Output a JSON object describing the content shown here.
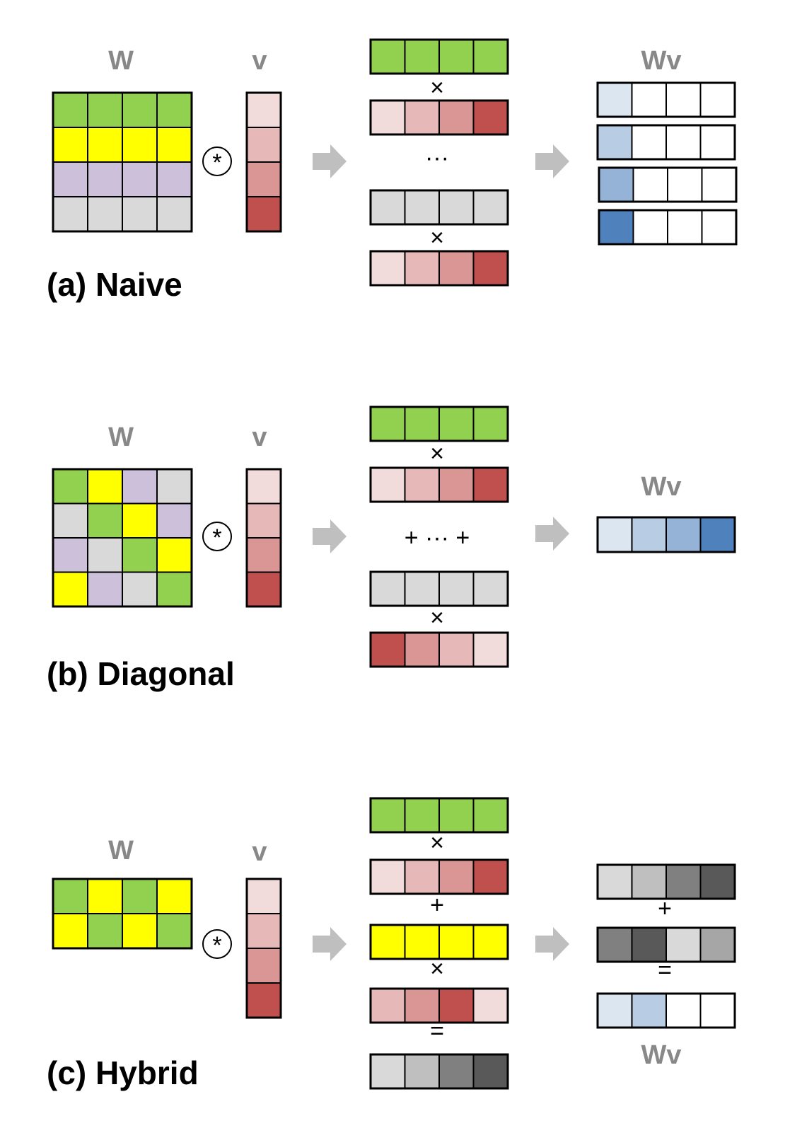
{
  "colors": {
    "green": "#92d050",
    "yellow": "#ffff00",
    "lavender": "#ccc0da",
    "lightgray": "#d9d9d9",
    "red1": "#f2dcdb",
    "red2": "#e6b9b8",
    "red3": "#d99694",
    "red4": "#c0504d",
    "blue1": "#dce6f1",
    "blue2": "#b8cce4",
    "blue3": "#95b3d7",
    "blue4": "#4f81bd",
    "white": "#ffffff",
    "gray1": "#d9d9d9",
    "gray2": "#bfbfbf",
    "gray3": "#808080",
    "gray4": "#595959",
    "gray5": "#a6a6a6",
    "arrow": "#bfbfbf"
  },
  "panels": {
    "a": {
      "caption": "(a) Naive",
      "w_label": "W",
      "v_label": "v",
      "op_symbol": "*",
      "result_label": "Wv",
      "times_symbol": "×",
      "ellipsis": "···",
      "matrix": [
        [
          "green",
          "green",
          "green",
          "green"
        ],
        [
          "yellow",
          "yellow",
          "yellow",
          "yellow"
        ],
        [
          "lavender",
          "lavender",
          "lavender",
          "lavender"
        ],
        [
          "lightgray",
          "lightgray",
          "lightgray",
          "lightgray"
        ]
      ],
      "vector": [
        "red1",
        "red2",
        "red3",
        "red4"
      ],
      "middle_rows": [
        [
          "green",
          "green",
          "green",
          "green"
        ],
        [
          "red1",
          "red2",
          "red3",
          "red4"
        ],
        [
          "lightgray",
          "lightgray",
          "lightgray",
          "lightgray"
        ],
        [
          "red1",
          "red2",
          "red3",
          "red4"
        ]
      ],
      "result_rows": [
        [
          "blue1",
          "white",
          "white",
          "white"
        ],
        [
          "blue2",
          "white",
          "white",
          "white"
        ],
        [
          "blue3",
          "white",
          "white",
          "white"
        ],
        [
          "blue4",
          "white",
          "white",
          "white"
        ]
      ]
    },
    "b": {
      "caption": "(b) Diagonal",
      "w_label": "W",
      "v_label": "v",
      "op_symbol": "*",
      "result_label": "Wv",
      "times_symbol": "×",
      "sum_text": "+ ··· +",
      "matrix": [
        [
          "green",
          "yellow",
          "lavender",
          "lightgray"
        ],
        [
          "lightgray",
          "green",
          "yellow",
          "lavender"
        ],
        [
          "lavender",
          "lightgray",
          "green",
          "yellow"
        ],
        [
          "yellow",
          "lavender",
          "lightgray",
          "green"
        ]
      ],
      "vector": [
        "red1",
        "red2",
        "red3",
        "red4"
      ],
      "middle_rows": [
        [
          "green",
          "green",
          "green",
          "green"
        ],
        [
          "red1",
          "red2",
          "red3",
          "red4"
        ],
        [
          "lightgray",
          "lightgray",
          "lightgray",
          "lightgray"
        ],
        [
          "red4",
          "red3",
          "red2",
          "red1"
        ]
      ],
      "result_row": [
        "blue1",
        "blue2",
        "blue3",
        "blue4"
      ]
    },
    "c": {
      "caption": "(c) Hybrid",
      "w_label": "W",
      "v_label": "v",
      "op_symbol": "*",
      "result_label": "Wv",
      "times_symbol": "×",
      "plus_symbol": "+",
      "equals_symbol": "=",
      "matrix": [
        [
          "green",
          "yellow",
          "green",
          "yellow"
        ],
        [
          "yellow",
          "green",
          "yellow",
          "green"
        ]
      ],
      "vector": [
        "red1",
        "red2",
        "red3",
        "red4"
      ],
      "middle_rows": [
        [
          "green",
          "green",
          "green",
          "green"
        ],
        [
          "red1",
          "red2",
          "red3",
          "red4"
        ],
        [
          "yellow",
          "yellow",
          "yellow",
          "yellow"
        ],
        [
          "red2",
          "red3",
          "red4",
          "red1"
        ],
        [
          "gray1",
          "gray2",
          "gray3",
          "gray4"
        ]
      ],
      "result_rows": [
        [
          "gray1",
          "gray2",
          "gray3",
          "gray4"
        ],
        [
          "gray3",
          "gray4",
          "gray1",
          "gray5"
        ],
        [
          "blue1",
          "blue2",
          "white",
          "white"
        ]
      ]
    }
  }
}
